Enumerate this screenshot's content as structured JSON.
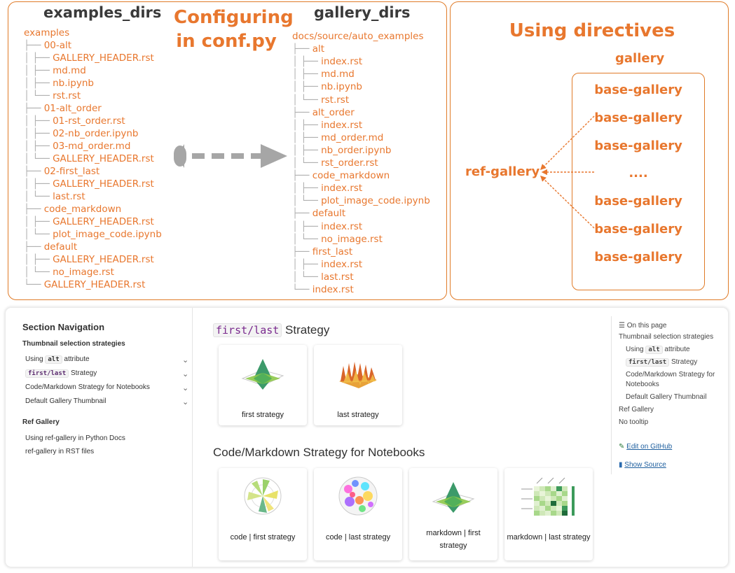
{
  "diagram": {
    "left_panel": {
      "examples_heading": "examples_dirs",
      "configuring_line1": "Configuring",
      "configuring_line2": "in conf.py",
      "gallery_heading": "gallery_dirs",
      "examples_tree": [
        {
          "prefix": "",
          "label": "examples"
        },
        {
          "prefix": "├──",
          "label": "00-alt"
        },
        {
          "prefix": "│   ├──",
          "label": "GALLERY_HEADER.rst"
        },
        {
          "prefix": "│   ├──",
          "label": "md.md"
        },
        {
          "prefix": "│   ├──",
          "label": "nb.ipynb"
        },
        {
          "prefix": "│   └──",
          "label": "rst.rst"
        },
        {
          "prefix": "├──",
          "label": "01-alt_order"
        },
        {
          "prefix": "│   ├──",
          "label": "01-rst_order.rst"
        },
        {
          "prefix": "│   ├──",
          "label": "02-nb_order.ipynb"
        },
        {
          "prefix": "│   ├──",
          "label": "03-md_order.md"
        },
        {
          "prefix": "│   └──",
          "label": "GALLERY_HEADER.rst"
        },
        {
          "prefix": "├──",
          "label": "02-first_last"
        },
        {
          "prefix": "│   ├──",
          "label": "GALLERY_HEADER.rst"
        },
        {
          "prefix": "│   └──",
          "label": "last.rst"
        },
        {
          "prefix": "├──",
          "label": "code_markdown"
        },
        {
          "prefix": "│   ├──",
          "label": "GALLERY_HEADER.rst"
        },
        {
          "prefix": "│   └──",
          "label": "plot_image_code.ipynb"
        },
        {
          "prefix": "├──",
          "label": "default"
        },
        {
          "prefix": "│   ├──",
          "label": "GALLERY_HEADER.rst"
        },
        {
          "prefix": "│   └──",
          "label": "no_image.rst"
        },
        {
          "prefix": "└──",
          "label": "GALLERY_HEADER.rst"
        }
      ],
      "gallery_tree": [
        {
          "prefix": "",
          "label": "docs/source/auto_examples"
        },
        {
          "prefix": "├──",
          "label": "alt"
        },
        {
          "prefix": "│   ├──",
          "label": "index.rst"
        },
        {
          "prefix": "│   ├──",
          "label": "md.md"
        },
        {
          "prefix": "│   ├──",
          "label": "nb.ipynb"
        },
        {
          "prefix": "│   └──",
          "label": "rst.rst"
        },
        {
          "prefix": "├──",
          "label": "alt_order"
        },
        {
          "prefix": "│   ├──",
          "label": "index.rst"
        },
        {
          "prefix": "│   ├──",
          "label": "md_order.md"
        },
        {
          "prefix": "│   ├──",
          "label": "nb_order.ipynb"
        },
        {
          "prefix": "│   └──",
          "label": "rst_order.rst"
        },
        {
          "prefix": "├──",
          "label": "code_markdown"
        },
        {
          "prefix": "│   ├──",
          "label": "index.rst"
        },
        {
          "prefix": "│   └──",
          "label": "plot_image_code.ipynb"
        },
        {
          "prefix": "├──",
          "label": "default"
        },
        {
          "prefix": "│   ├──",
          "label": "index.rst"
        },
        {
          "prefix": "│   └──",
          "label": "no_image.rst"
        },
        {
          "prefix": "├──",
          "label": "first_last"
        },
        {
          "prefix": "│   ├──",
          "label": "index.rst"
        },
        {
          "prefix": "│   └──",
          "label": "last.rst"
        },
        {
          "prefix": "└──",
          "label": "index.rst"
        }
      ]
    },
    "right_panel": {
      "title": "Using directives",
      "gallery_label": "gallery",
      "ref_gallery": "ref-gallery",
      "items": [
        "base-gallery",
        "base-gallery",
        "base-gallery",
        "....",
        "base-gallery",
        "base-gallery",
        "base-gallery"
      ]
    },
    "colors": {
      "accent": "#E8772E",
      "arrow_gray": "#a6a6a6"
    }
  },
  "docs_page": {
    "nav": {
      "title": "Section Navigation",
      "group1": "Thumbnail selection strategies",
      "items": [
        {
          "pre": "Using ",
          "code": "alt",
          "post": " attribute"
        },
        {
          "pre": "",
          "code": "first/last",
          "post": " Strategy"
        },
        {
          "pre": "Code/Markdown Strategy for Notebooks",
          "code": "",
          "post": ""
        },
        {
          "pre": "Default Gallery Thumbnail",
          "code": "",
          "post": ""
        }
      ],
      "group2": "Ref Gallery",
      "group2_items": [
        "Using ref-gallery in Python Docs",
        "ref-gallery in RST files"
      ]
    },
    "main": {
      "section1_code": "first/last",
      "section1_rest": " Strategy",
      "cards1": [
        "first strategy",
        "last strategy"
      ],
      "section2": "Code/Markdown Strategy for Notebooks",
      "cards2": [
        "code | first strategy",
        "code | last strategy",
        "markdown | first strategy",
        "markdown | last strategy"
      ]
    },
    "toc": {
      "heading": "On this page",
      "items": [
        "Thumbnail selection strategies",
        "Using alt attribute",
        "first/last Strategy",
        "Code/Markdown Strategy for Notebooks",
        "Default Gallery Thumbnail",
        "Ref Gallery",
        "No tooltip"
      ],
      "toc_alt_pre": "Using ",
      "toc_alt_code": "alt",
      "toc_alt_post": " attribute",
      "toc_fl_code": "first/last",
      "toc_fl_post": " Strategy",
      "toc_cm_line1": "Code/Markdown Strategy for",
      "toc_cm_line2": "Notebooks",
      "edit": "Edit on GitHub",
      "source": "Show Source"
    }
  }
}
